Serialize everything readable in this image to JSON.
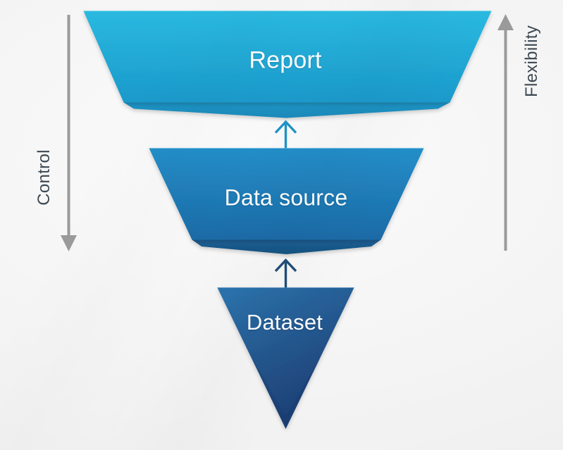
{
  "diagram": {
    "type": "inverted-funnel-hierarchy",
    "background_color": "#f4f4f4",
    "stages": [
      {
        "id": "report",
        "label": "Report",
        "shape": "funnel-trapezoid",
        "level": 1,
        "fill_top": "#29b6dd",
        "fill_bottom": "#1b9ccc",
        "shadow_fill": "#1e8fbd",
        "text_color": "#ffffff"
      },
      {
        "id": "data-source",
        "label": "Data source",
        "shape": "funnel-trapezoid",
        "level": 2,
        "fill_top": "#2289c4",
        "fill_bottom": "#1d6fab",
        "shadow_fill": "#1a5e96",
        "text_color": "#ffffff"
      },
      {
        "id": "dataset",
        "label": "Dataset",
        "shape": "inverted-triangle",
        "level": 3,
        "fill_top": "#2a6ca8",
        "fill_bottom": "#1d3f78",
        "shadow_fill": "#1b3a6e",
        "text_color": "#ffffff"
      }
    ],
    "connectors": [
      {
        "id": "dataset-to-data-source",
        "from": "dataset",
        "to": "data-source",
        "direction": "up",
        "color": "#1f4e79"
      },
      {
        "id": "data-source-to-report",
        "from": "data-source",
        "to": "report",
        "direction": "up",
        "color": "#1f93c7"
      }
    ],
    "axes": [
      {
        "id": "control",
        "label": "Control",
        "side": "left",
        "direction": "down",
        "color": "#9a9a9a",
        "text_color": "#3d4852"
      },
      {
        "id": "flexibility",
        "label": "Flexibility",
        "side": "right",
        "direction": "up",
        "color": "#9a9a9a",
        "text_color": "#3d4852"
      }
    ]
  }
}
